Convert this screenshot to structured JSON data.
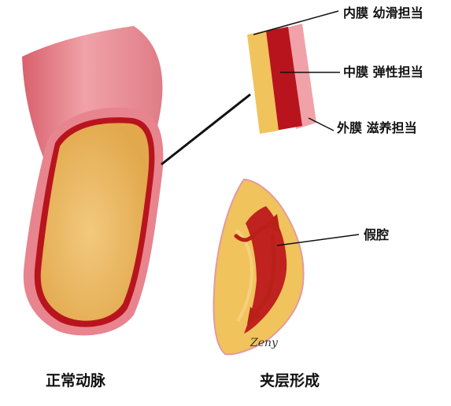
{
  "labels": {
    "intima": "内膜 幼滑担当",
    "media": "中膜 弹性担当",
    "adventitia": "外膜 滋养担当",
    "false_lumen": "假腔"
  },
  "captions": {
    "normal_artery": "正常动脉",
    "dissection_formation": "夹层形成"
  },
  "signature": "Zeny",
  "colors": {
    "outer_wall": "#e8848e",
    "outer_wall_light": "#f0a2a8",
    "inner_layer": "#b8141e",
    "lumen": "#e6b25c",
    "lumen_light": "#f2c97e",
    "tissue_yellow": "#f1c35c",
    "arrow": "#b82018",
    "line": "#111111"
  }
}
